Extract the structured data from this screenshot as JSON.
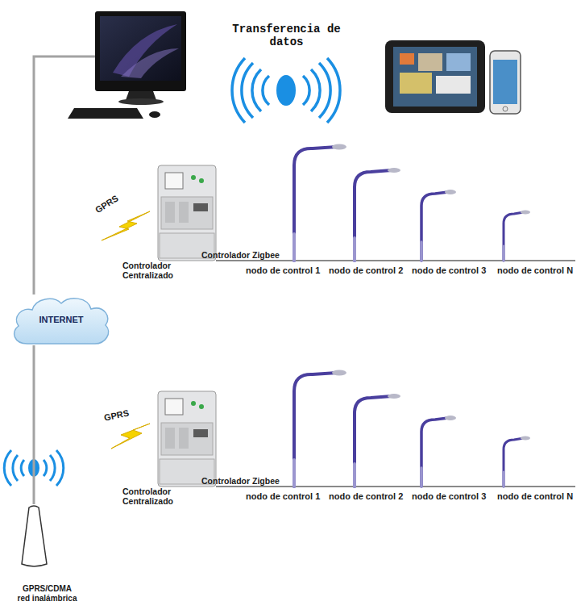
{
  "diagram": {
    "nodes": [
      {
        "text": [
          "INTERNET"
        ]
      },
      {
        "text": [
          "GPRS/CDMA red inalámbrica"
        ]
      },
      {
        "text": [
          "Controlador Centralizado"
        ]
      },
      {
        "text": [
          "nodo de control 1"
        ]
      },
      {
        "text": [
          "nodo de control 2"
        ]
      },
      {
        "text": [
          "nodo de control 3"
        ]
      },
      {
        "text": [
          "nodo de control N"
        ]
      },
      {
        "text": [
          "Controlador Centralizado"
        ]
      },
      {
        "text": [
          "nodo de control 1"
        ]
      },
      {
        "text": [
          "nodo de control 2"
        ]
      },
      {
        "text": [
          "nodo de control 3"
        ]
      },
      {
        "text": [
          "nodo de control N"
        ]
      }
    ],
    "edges": [
      {
        "from": 0,
        "to": 1,
        "arrow": "none"
      },
      {
        "from": 2,
        "to": 3,
        "label": "Controlador Zigbee",
        "arrow": "none"
      },
      {
        "from": 3,
        "to": 4,
        "arrow": "none"
      },
      {
        "from": 4,
        "to": 5,
        "arrow": "none"
      },
      {
        "from": 5,
        "to": 6,
        "arrow": "none"
      },
      {
        "from": 7,
        "to": 8,
        "label": "Controlador Zigbee",
        "arrow": "none"
      },
      {
        "from": 8,
        "to": 9,
        "arrow": "none"
      },
      {
        "from": 9,
        "to": 10,
        "arrow": "none"
      },
      {
        "from": 10,
        "to": 11,
        "arrow": "none"
      }
    ],
    "labels": [
      "Transferencia de datos",
      "GPRS",
      "GPRS"
    ]
  }
}
